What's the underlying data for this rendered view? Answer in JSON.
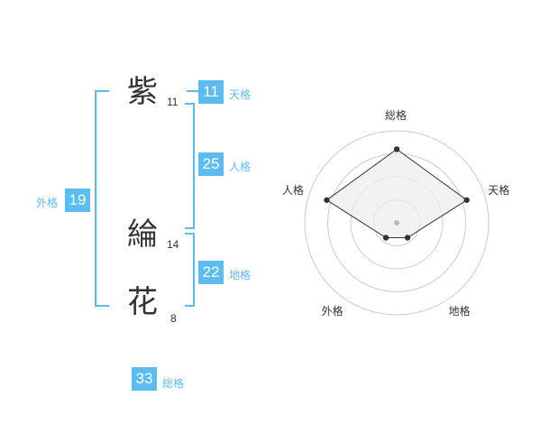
{
  "name": {
    "characters": [
      {
        "char": "紫",
        "strokes": "11"
      },
      {
        "char": "綸",
        "strokes": "14"
      },
      {
        "char": "花",
        "strokes": "8"
      }
    ]
  },
  "fortune": {
    "tenkaku": {
      "value": "11",
      "label": "天格"
    },
    "jinkaku": {
      "value": "25",
      "label": "人格"
    },
    "chikaku": {
      "value": "22",
      "label": "地格"
    },
    "gaikaku": {
      "value": "19",
      "label": "外格"
    },
    "soukaku": {
      "value": "33",
      "label": "総格"
    }
  },
  "chart_data": {
    "type": "radar",
    "axes": [
      "総格",
      "天格",
      "地格",
      "外格",
      "人格"
    ],
    "values": [
      4,
      4,
      1,
      1,
      4
    ],
    "max": 5,
    "rings": 4,
    "colors": {
      "fill": "#eeeeee",
      "line": "#333333",
      "grid": "#cccccc",
      "center": "#bbbbbb"
    }
  },
  "colors": {
    "accent": "#5bbcf0",
    "text": "#333333"
  }
}
